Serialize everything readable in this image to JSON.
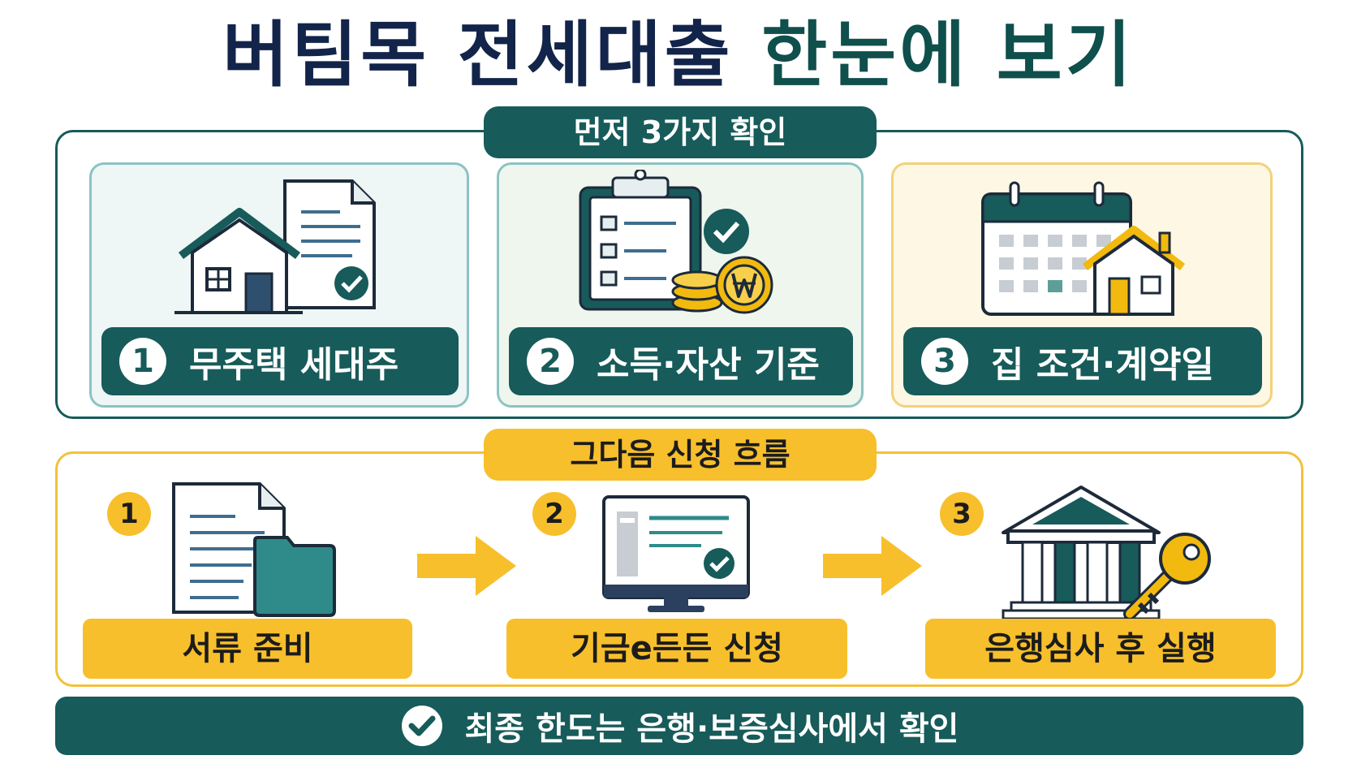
{
  "title": {
    "part1": "버팀목 전세대출",
    "part2": "한눈에 보기"
  },
  "check_section": {
    "heading": "먼저 3가지 확인",
    "cards": [
      {
        "number": "1",
        "label": "무주택 세대주",
        "icon": "house-document-check-icon"
      },
      {
        "number": "2",
        "label": "소득·자산 기준",
        "icon": "clipboard-coins-icon"
      },
      {
        "number": "3",
        "label": "집 조건·계약일",
        "icon": "calendar-house-icon"
      }
    ]
  },
  "flow_section": {
    "heading": "그다음 신청 흐름",
    "steps": [
      {
        "number": "1",
        "label": "서류 준비",
        "icon": "document-folder-icon"
      },
      {
        "number": "2",
        "label": "기금e든든 신청",
        "icon": "monitor-check-icon"
      },
      {
        "number": "3",
        "label": "은행심사 후 실행",
        "icon": "bank-key-icon"
      }
    ]
  },
  "footer": {
    "text": "최종 한도는 은행·보증심사에서 확인",
    "icon": "check-circle-icon"
  },
  "colors": {
    "teal": "#175b5a",
    "navy": "#13244a",
    "yellow": "#f7bf2b",
    "gold": "#f2b90f"
  }
}
